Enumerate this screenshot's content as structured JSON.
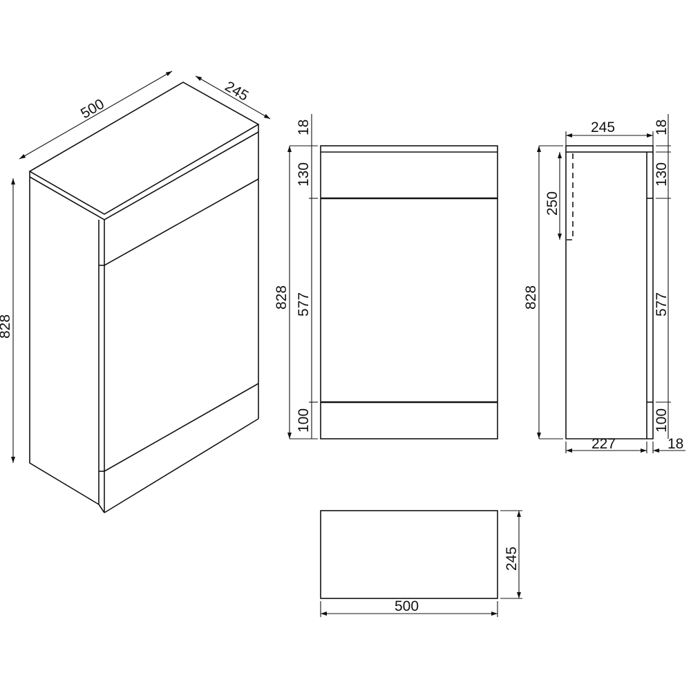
{
  "isometric_view": {
    "width_label": "500",
    "depth_label": "245",
    "height_label": "828"
  },
  "front_view": {
    "top_thickness_label": "18",
    "top_panel_label": "130",
    "overall_height_label": "828",
    "door_label": "577",
    "plinth_label": "100"
  },
  "side_view": {
    "depth_label": "245",
    "cutout_label": "250",
    "overall_height_label": "828",
    "top_thickness_label": "18",
    "top_panel_label": "130",
    "door_label": "577",
    "plinth_label": "100",
    "body_depth_label": "227",
    "door_thickness_label": "18"
  },
  "plan_view": {
    "depth_label": "245",
    "width_label": "500"
  },
  "colors": {
    "line": "#111111",
    "background": "#ffffff"
  }
}
